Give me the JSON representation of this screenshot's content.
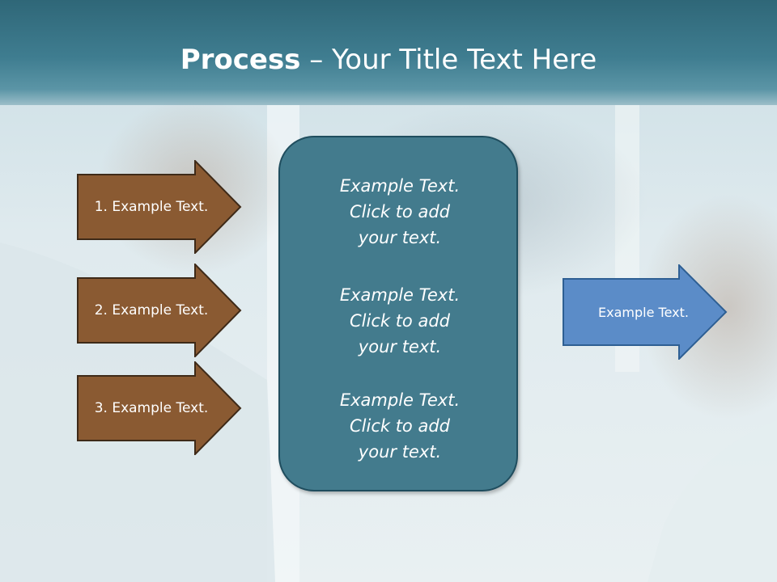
{
  "title": {
    "bold": "Process",
    "rest": " – Your Title Text Here"
  },
  "left_steps": [
    {
      "label": "1. Example Text."
    },
    {
      "label": "2. Example Text."
    },
    {
      "label": "3. Example Text."
    }
  ],
  "center_box": {
    "paragraphs": [
      {
        "lines": [
          "Example Text.",
          "Click  to add",
          "your text."
        ]
      },
      {
        "lines": [
          "Example Text.",
          "Click  to add",
          "your text."
        ]
      },
      {
        "lines": [
          "Example Text.",
          "Click  to add",
          "your text."
        ]
      }
    ]
  },
  "result": {
    "label": "Example Text."
  },
  "colors": {
    "step_arrow": "#8a5a32",
    "step_arrow_border": "#3e2a18",
    "center_box": "#437b8d",
    "result_arrow": "#5b8cc8",
    "result_arrow_border": "#2e5f93",
    "title_bar": "#3f7d90"
  }
}
